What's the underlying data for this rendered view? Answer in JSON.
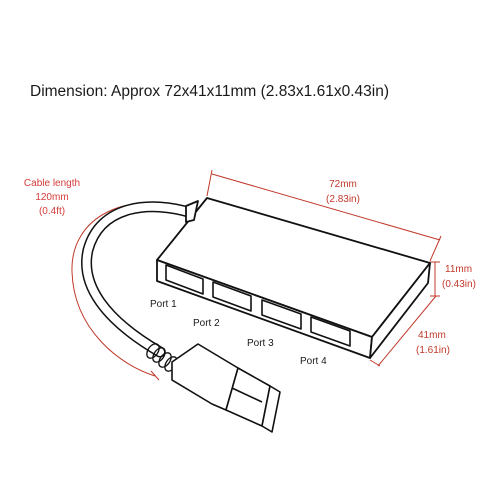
{
  "title": "Dimension: Approx 72x41x11mm (2.83x1.61x0.43in)",
  "cable": {
    "label": "Cable length",
    "mm": "120mm",
    "ft": "(0.4ft)"
  },
  "length": {
    "mm": "72mm",
    "in": "(2.83in)"
  },
  "height": {
    "mm": "11mm",
    "in": "(0.43in)"
  },
  "depth": {
    "mm": "41mm",
    "in": "(1.61in)"
  },
  "ports": [
    "Port 1",
    "Port 2",
    "Port 3",
    "Port 4"
  ],
  "colors": {
    "dimension_line": "#c0392b",
    "outline": "#111111",
    "text": "#1a1a1a"
  }
}
